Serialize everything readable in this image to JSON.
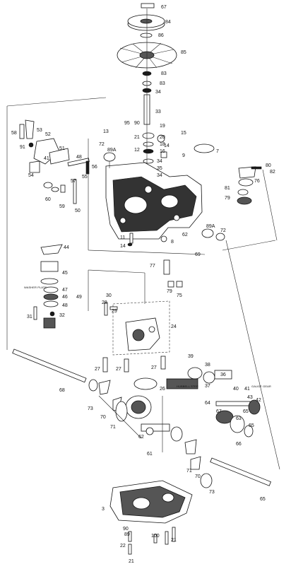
{
  "diagram": {
    "part_labels": [
      "67",
      "84",
      "86",
      "85",
      "83",
      "83",
      "34",
      "33",
      "95",
      "90",
      "13",
      "21",
      "12",
      "20",
      "19",
      "18",
      "16",
      "14",
      "15",
      "9",
      "7",
      "34",
      "35",
      "34",
      "58",
      "53",
      "91",
      "52",
      "72",
      "89A",
      "51",
      "41",
      "48",
      "54",
      "56",
      "57",
      "55",
      "60",
      "59",
      "50",
      "80",
      "82",
      "81",
      "76",
      "79",
      "11",
      "14",
      "8",
      "62",
      "89A",
      "72",
      "69",
      "44",
      "45",
      "47",
      "46",
      "48",
      "49",
      "32",
      "31",
      "30",
      "28",
      "29",
      "77",
      "79",
      "75",
      "24",
      "39",
      "38",
      "36",
      "37",
      "26",
      "27",
      "27",
      "27",
      "68",
      "73",
      "70",
      "71",
      "62",
      "61",
      "40",
      "41",
      "43",
      "42",
      "64",
      "65",
      "67",
      "63",
      "66",
      "65",
      "71",
      "70",
      "73",
      "65",
      "3",
      "22",
      "90",
      "100",
      "89",
      "21",
      "21"
    ],
    "captions": [
      "WASHER PLATE",
      "HUBBELL STEP",
      "GAUGE GEAR"
    ]
  }
}
